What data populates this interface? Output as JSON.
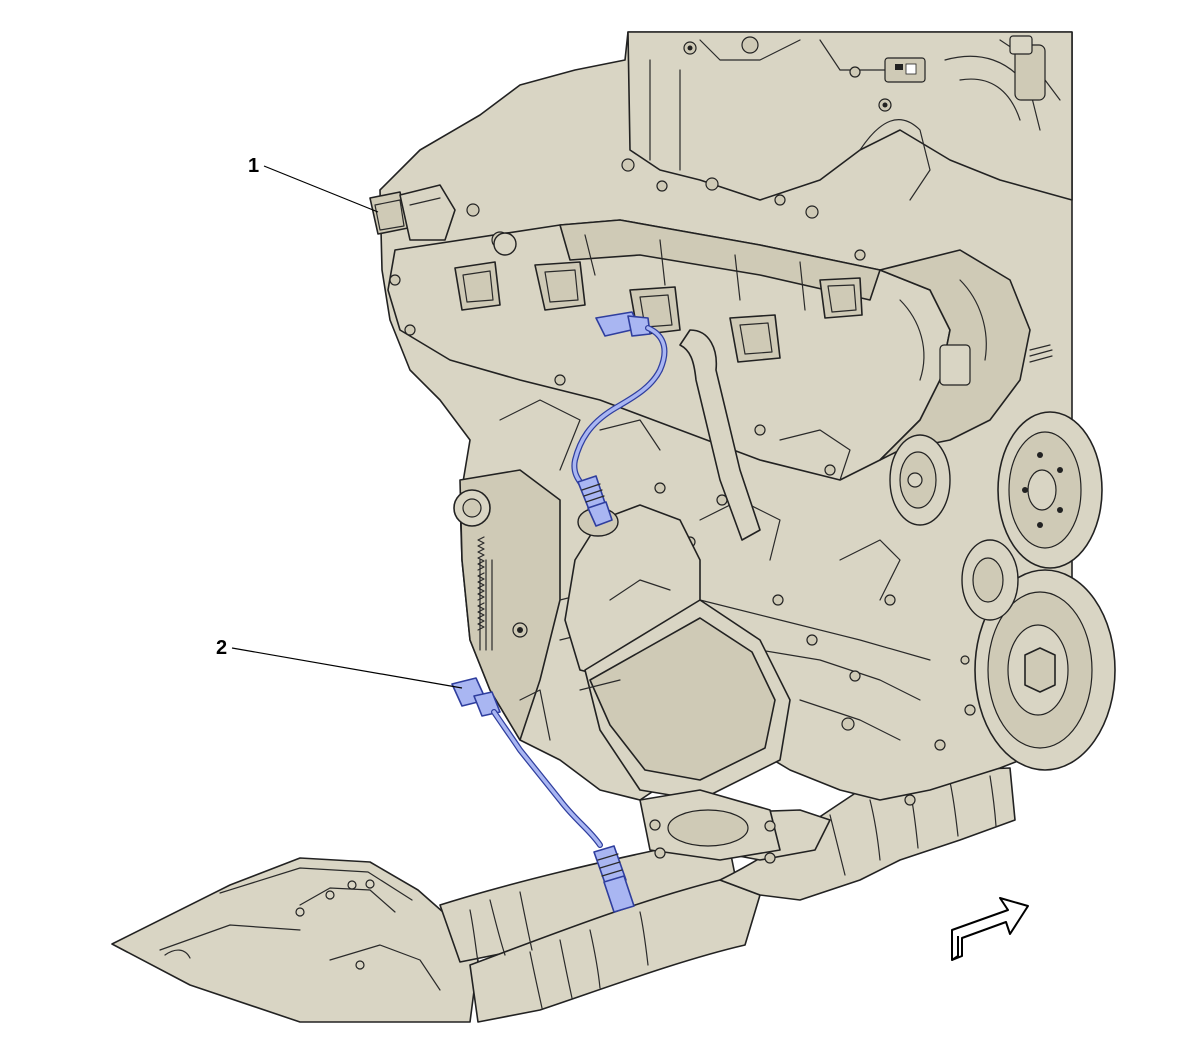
{
  "diagram": {
    "callouts": [
      {
        "id": "1",
        "label": "1"
      },
      {
        "id": "2",
        "label": "2"
      }
    ],
    "colors": {
      "background": "#ffffff",
      "engine_fill": "#d9d5c4",
      "engine_shadow": "#c9c4b0",
      "outline": "#222222",
      "sensor_fill": "#a9b6f2",
      "sensor_stroke": "#2f3e9e",
      "leader_line": "#000000"
    },
    "icons": {
      "direction_arrow": "forward-arrow-icon"
    }
  }
}
